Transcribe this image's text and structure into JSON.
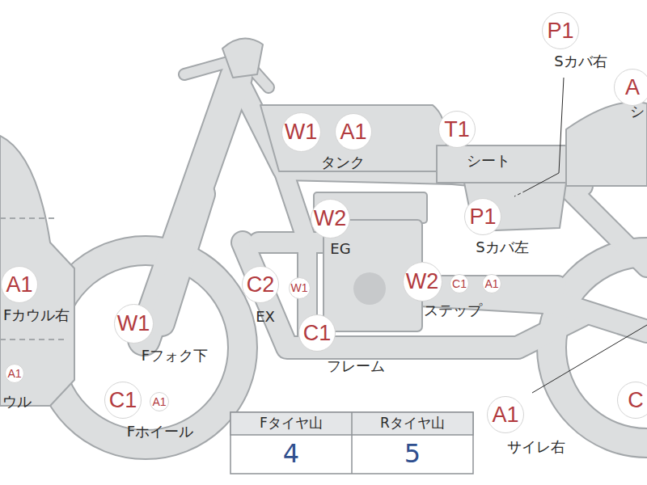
{
  "diagram": {
    "nodes": [
      {
        "text": [
          "P1"
        ]
      },
      {
        "text": [
          "A"
        ]
      },
      {
        "text": [
          "W1"
        ]
      },
      {
        "text": [
          "A1"
        ]
      },
      {
        "text": [
          "T1"
        ]
      },
      {
        "text": [
          "W2"
        ]
      },
      {
        "text": [
          "P1"
        ]
      },
      {
        "text": [
          "A1"
        ]
      },
      {
        "text": [
          "C2"
        ]
      },
      {
        "text": [
          "W1"
        ]
      },
      {
        "text": [
          "W2"
        ]
      },
      {
        "text": [
          "C1"
        ]
      },
      {
        "text": [
          "A1"
        ]
      },
      {
        "text": [
          "W1"
        ]
      },
      {
        "text": [
          "C1"
        ]
      },
      {
        "text": [
          "A1"
        ]
      },
      {
        "text": [
          "C1"
        ]
      },
      {
        "text": [
          "A1"
        ]
      },
      {
        "text": [
          "A1"
        ]
      },
      {
        "text": [
          "C"
        ]
      }
    ],
    "labels": [
      "Sカバ右",
      "シ",
      "タンク",
      "シート",
      "EG",
      "Sカバ左",
      "Fカウル右",
      "EX",
      "ステップ",
      "Fフォク下",
      "フレーム",
      "ウル",
      "Fホイール",
      "サイレ右",
      "Fタイヤ山",
      "Rタイヤ山",
      "4",
      "5"
    ]
  }
}
